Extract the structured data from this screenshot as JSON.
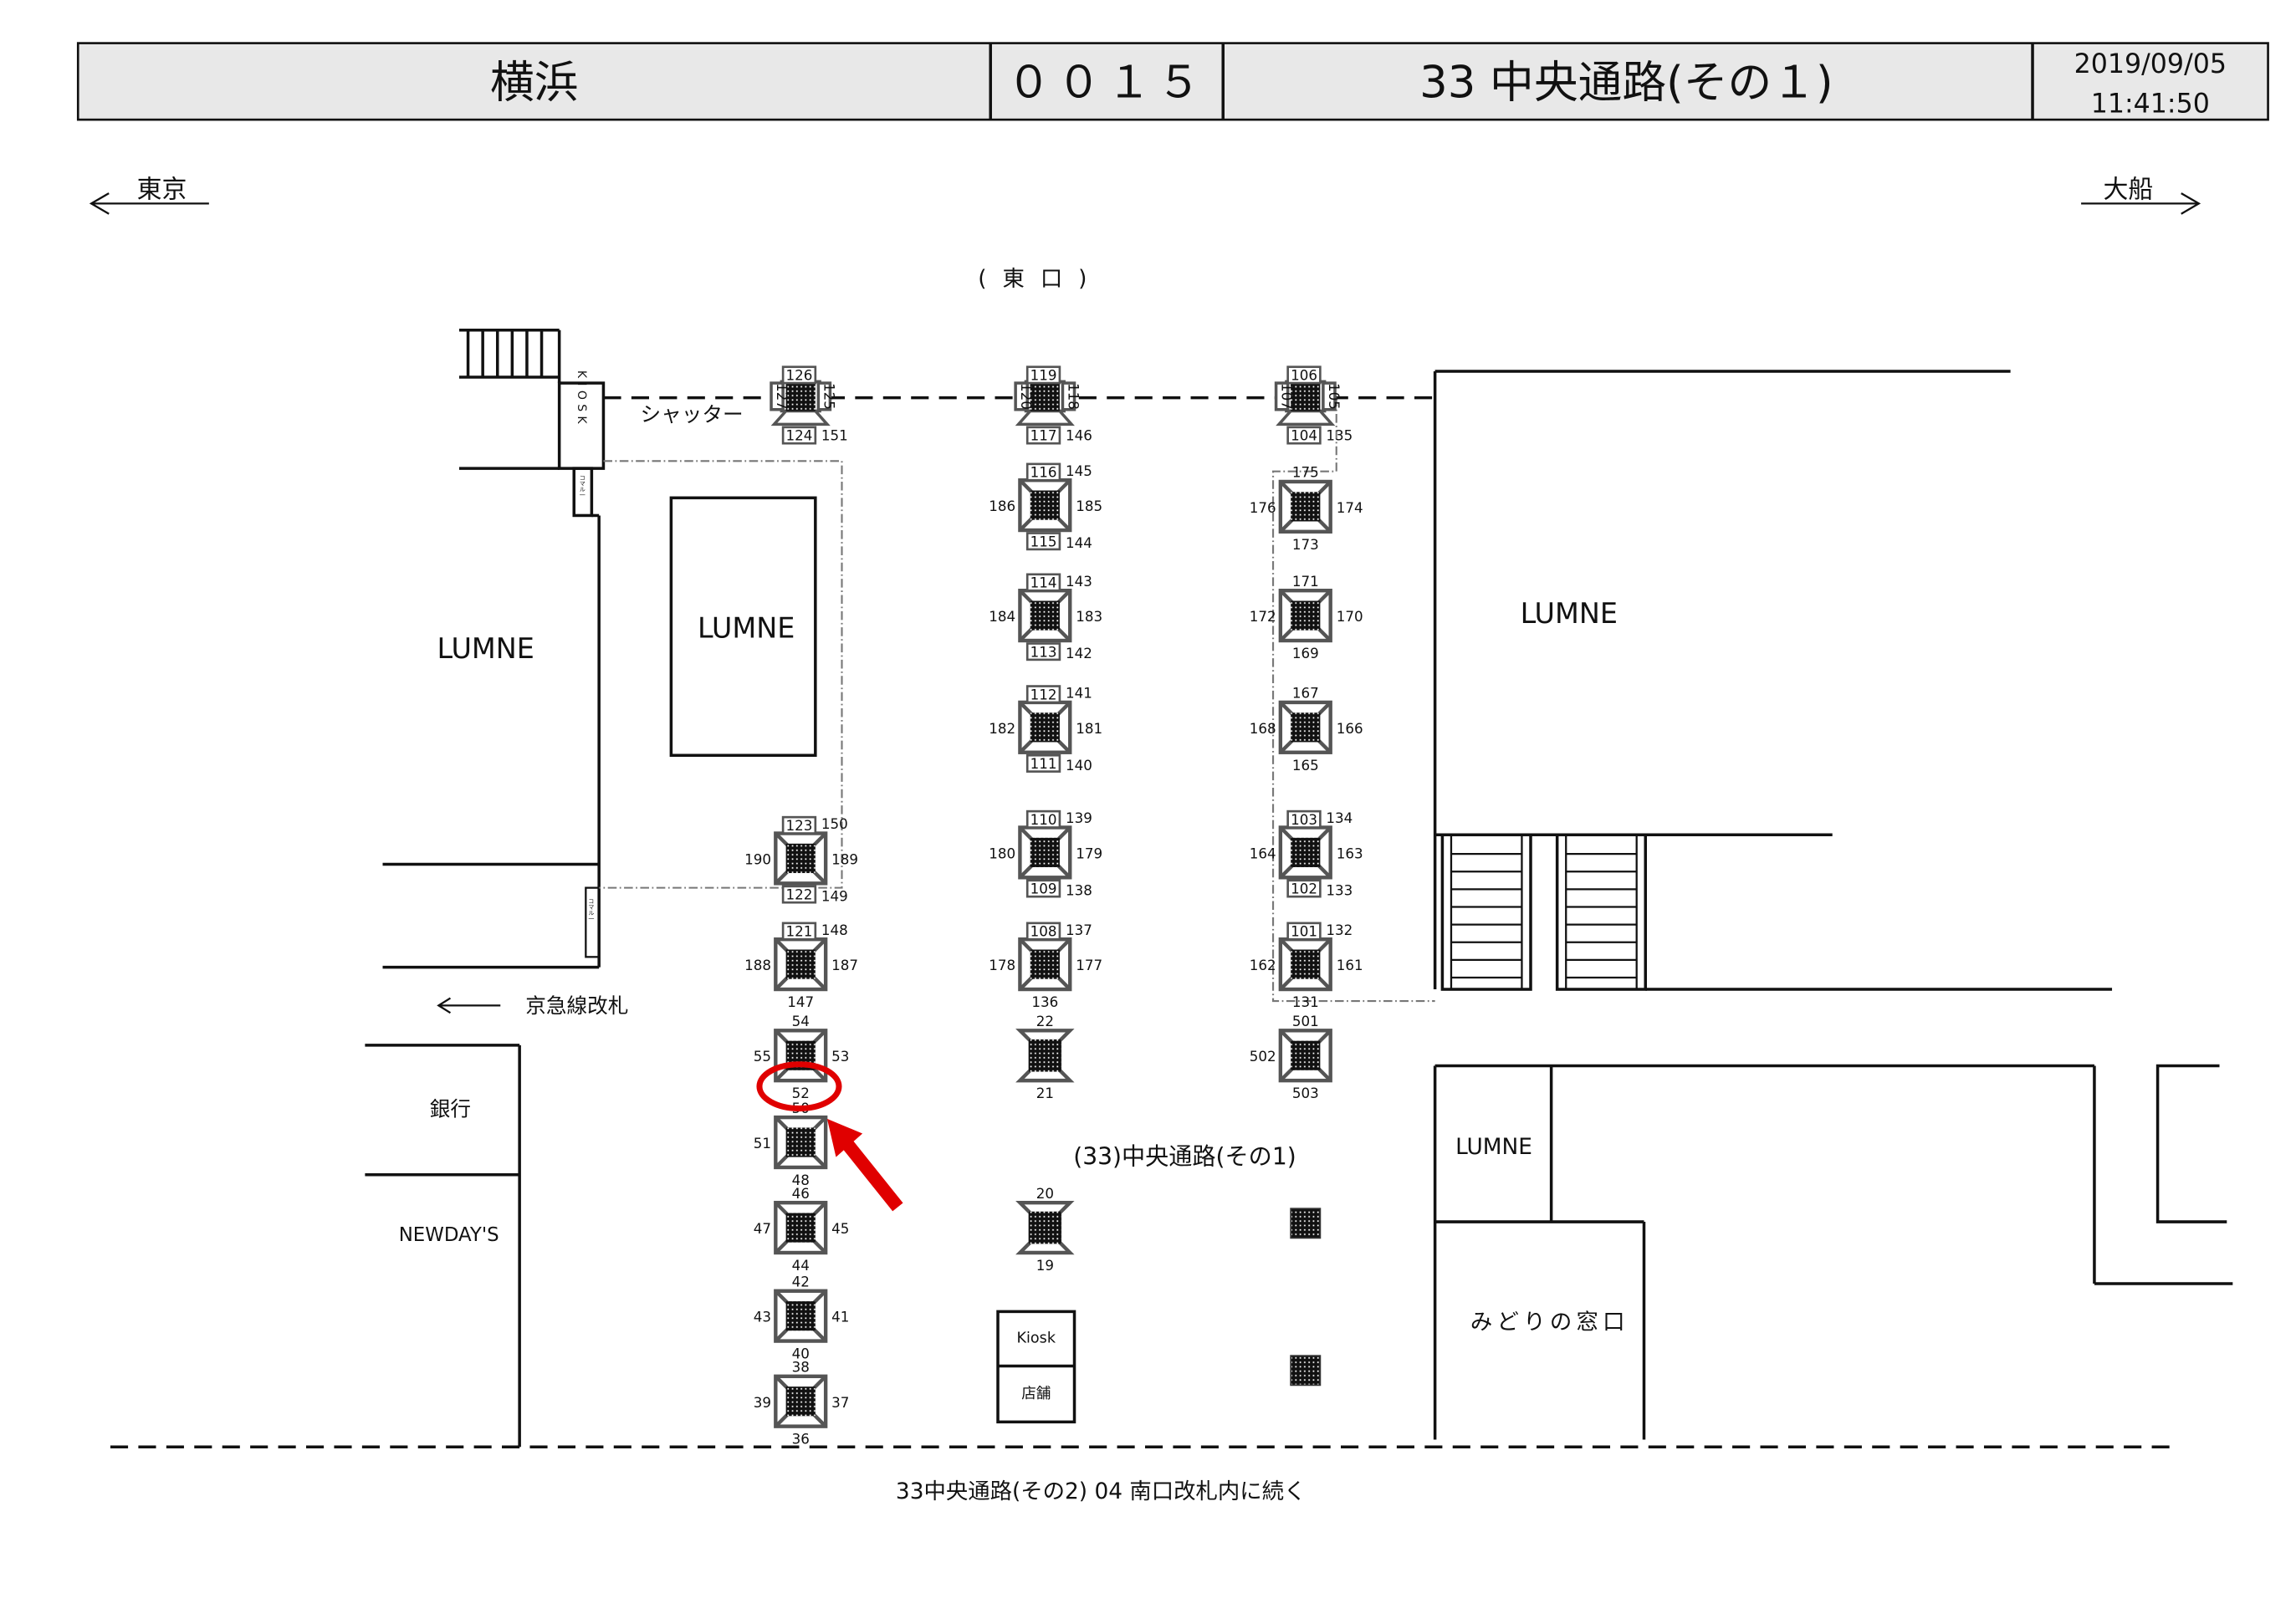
{
  "header": {
    "station": "横浜",
    "code": "００１５",
    "area": "33  中央通路(その１)",
    "date": "2019/09/05",
    "time": "11:41:50"
  },
  "directions": {
    "left": "東京",
    "right": "大船",
    "exit": "( 東  口 )",
    "keikyu": "京急線改札"
  },
  "labels": {
    "shutter": "シャッター",
    "kiosk_vertical": "KIOSK",
    "small_booth": "コマル一",
    "lumne_left": "LUMNE",
    "lumne_center": "LUMNE",
    "lumne_right": "LUMNE",
    "lumne_bottom": "LUMNE",
    "bank": "銀行",
    "newdays": "NEWDAY'S",
    "midori": "みどりの窓口",
    "kiosk": "Kiosk",
    "shop": "店舗",
    "area_title": "(33)中央通路(その1)",
    "continuation": "33中央通路(その2)  04 南口改札内に続く"
  },
  "highlight": {
    "color": "#e00000",
    "marked_label": "52"
  },
  "pillars": [
    {
      "topBox": "126",
      "leftRot": "127",
      "rightRot": "125",
      "bottomBox": "124",
      "bottomExtra": "151"
    },
    {
      "topBox": "123",
      "topExtra": "150",
      "left": "190",
      "right": "189",
      "bottomBox": "122",
      "bottomExtra": "149"
    },
    {
      "topBox": "121",
      "topExtra": "148",
      "left": "188",
      "right": "187",
      "bottom": "147"
    },
    {
      "top": "54",
      "left": "55",
      "right": "53",
      "bottom": "52"
    },
    {
      "top": "50",
      "left": "51",
      "bottom": "48"
    },
    {
      "top": "46",
      "left": "47",
      "right": "45",
      "bottom": "44"
    },
    {
      "top": "42",
      "left": "43",
      "right": "41",
      "bottom": "40"
    },
    {
      "top": "38",
      "left": "39",
      "right": "37",
      "bottom": "36"
    },
    {
      "topBox": "119",
      "leftRot": "120",
      "rightRot": "118",
      "bottomBox": "117",
      "bottomExtra": "146"
    },
    {
      "topBox": "116",
      "topExtra": "145",
      "left": "186",
      "right": "185",
      "bottomBox": "115",
      "bottomExtra": "144"
    },
    {
      "topBox": "114",
      "topExtra": "143",
      "left": "184",
      "right": "183",
      "bottomBox": "113",
      "bottomExtra": "142"
    },
    {
      "topBox": "112",
      "topExtra": "141",
      "left": "182",
      "right": "181",
      "bottomBox": "111",
      "bottomExtra": "140"
    },
    {
      "topBox": "110",
      "topExtra": "139",
      "left": "180",
      "right": "179",
      "bottomBox": "109",
      "bottomExtra": "138"
    },
    {
      "topBox": "108",
      "topExtra": "137",
      "left": "178",
      "right": "177",
      "bottom": "136"
    },
    {
      "top": "22",
      "bottom": "21"
    },
    {
      "top": "20",
      "bottom": "19"
    },
    {
      "topBox": "106",
      "leftRot": "107",
      "rightRot": "105",
      "bottomBox": "104",
      "bottomExtra": "135"
    },
    {
      "top": "175",
      "left": "176",
      "right": "174",
      "bottom": "173"
    },
    {
      "top": "171",
      "left": "172",
      "right": "170",
      "bottom": "169"
    },
    {
      "top": "167",
      "left": "168",
      "right": "166",
      "bottom": "165"
    },
    {
      "topBox": "103",
      "topExtra": "134",
      "left": "164",
      "right": "163",
      "bottomBox": "102",
      "bottomExtra": "133"
    },
    {
      "topBox": "101",
      "topExtra": "132",
      "left": "162",
      "right": "161",
      "bottom": "131"
    },
    {
      "top": "501",
      "left": "502",
      "bottom": "503"
    },
    {},
    {}
  ]
}
